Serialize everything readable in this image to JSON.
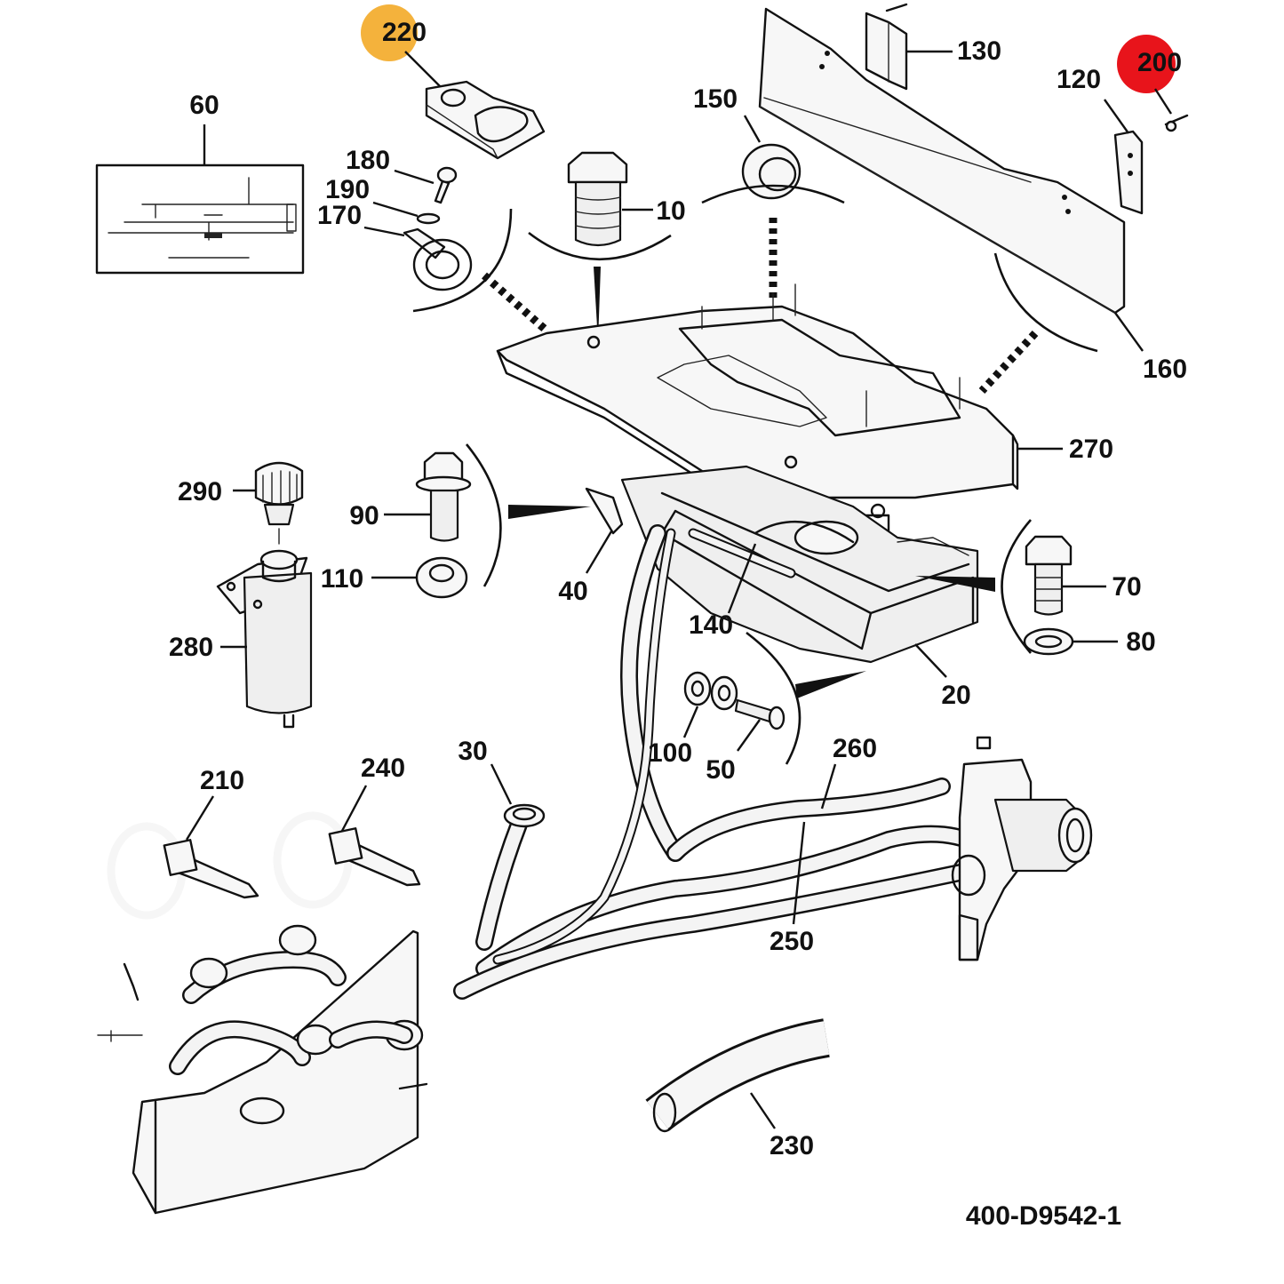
{
  "diagram": {
    "reference": "400-D9542-1",
    "highlight_colors": {
      "orange": "#F4B23C",
      "red": "#E8141B"
    },
    "callouts": [
      {
        "id": "220",
        "label": "220",
        "highlight": "orange"
      },
      {
        "id": "200",
        "label": "200",
        "highlight": "red"
      },
      {
        "id": "130",
        "label": "130"
      },
      {
        "id": "120",
        "label": "120"
      },
      {
        "id": "60",
        "label": "60"
      },
      {
        "id": "150",
        "label": "150"
      },
      {
        "id": "180",
        "label": "180"
      },
      {
        "id": "190",
        "label": "190"
      },
      {
        "id": "170",
        "label": "170"
      },
      {
        "id": "10",
        "label": "10"
      },
      {
        "id": "160",
        "label": "160"
      },
      {
        "id": "270",
        "label": "270"
      },
      {
        "id": "290",
        "label": "290"
      },
      {
        "id": "90",
        "label": "90"
      },
      {
        "id": "110",
        "label": "110"
      },
      {
        "id": "40",
        "label": "40"
      },
      {
        "id": "70",
        "label": "70"
      },
      {
        "id": "140",
        "label": "140"
      },
      {
        "id": "80",
        "label": "80"
      },
      {
        "id": "280",
        "label": "280"
      },
      {
        "id": "20",
        "label": "20"
      },
      {
        "id": "100",
        "label": "100"
      },
      {
        "id": "50",
        "label": "50"
      },
      {
        "id": "30",
        "label": "30"
      },
      {
        "id": "260",
        "label": "260"
      },
      {
        "id": "210",
        "label": "210"
      },
      {
        "id": "240",
        "label": "240"
      },
      {
        "id": "250",
        "label": "250"
      },
      {
        "id": "230",
        "label": "230"
      }
    ]
  }
}
